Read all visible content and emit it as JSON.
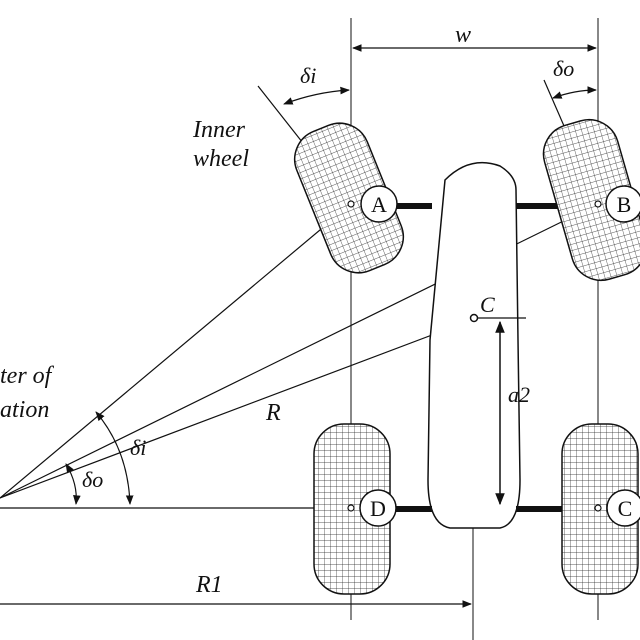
{
  "labels": {
    "w": "w",
    "delta_i_top": "δi",
    "delta_o_top": "δo",
    "inner_wheel_line1": "Inner",
    "inner_wheel_line2": "wheel",
    "center_line1": "ter of",
    "center_line2": "ation",
    "R": "R",
    "delta_i_mid": "δi",
    "delta_o_mid": "δo",
    "C_point": "C",
    "a2": "a2",
    "R1": "R1"
  },
  "nodes": {
    "A": "A",
    "B": "B",
    "D": "D",
    "C_rear": "C"
  }
}
